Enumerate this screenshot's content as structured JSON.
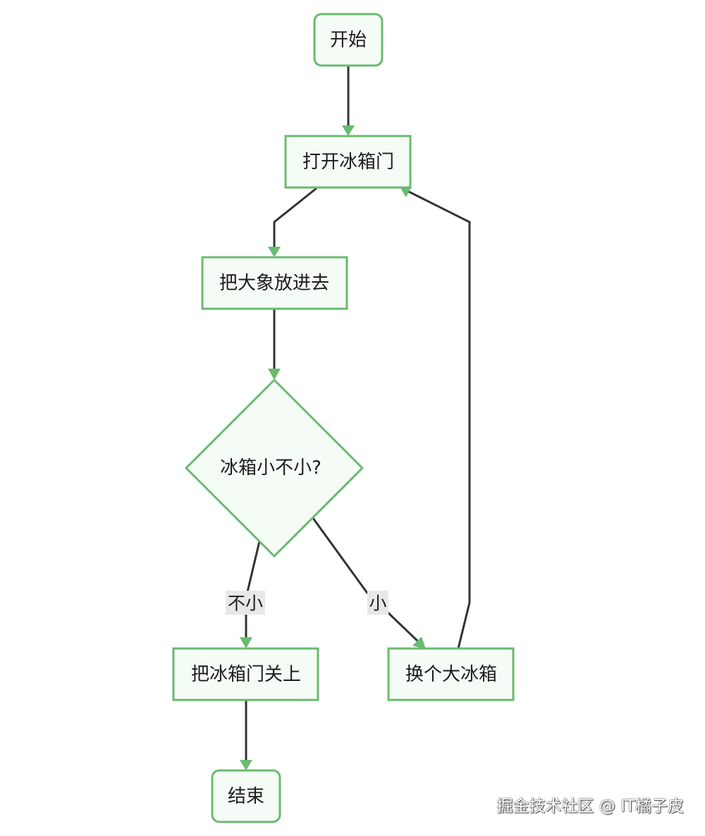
{
  "flowchart": {
    "nodes": {
      "start": "开始",
      "open_fridge": "打开冰箱门",
      "put_elephant": "把大象放进去",
      "decision": "冰箱小不小?",
      "close_fridge": "把冰箱门关上",
      "bigger_fridge": "换个大冰箱",
      "end": "结束"
    },
    "edge_labels": {
      "not_small": "不小",
      "small": "小"
    }
  },
  "watermark": "掘金技术社区 @ IT橘子皮",
  "colors": {
    "node_border": "#69bb6f",
    "node_fill": "#f5fbf5",
    "arrow": "#69bb6f",
    "edge": "#333333",
    "label_bg": "#e8e8e8"
  }
}
